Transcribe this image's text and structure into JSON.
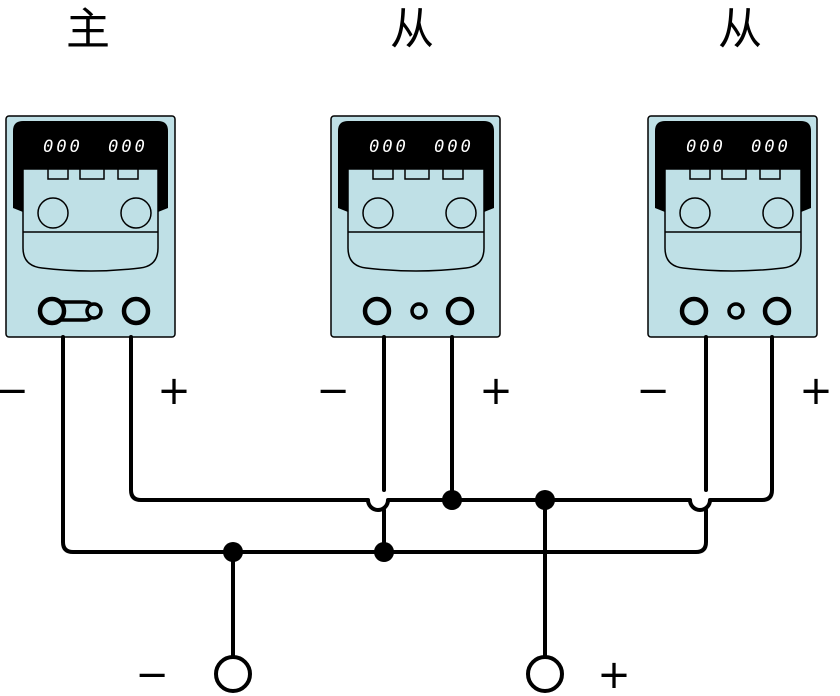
{
  "units": [
    {
      "title": "主",
      "display_left": "000",
      "display_right": "000",
      "minus_label": "−",
      "plus_label": "+",
      "type": "master"
    },
    {
      "title": "从",
      "display_left": "000",
      "display_right": "000",
      "minus_label": "−",
      "plus_label": "+",
      "type": "slave"
    },
    {
      "title": "从",
      "display_left": "000",
      "display_right": "000",
      "minus_label": "−",
      "plus_label": "+",
      "type": "slave"
    }
  ],
  "output": {
    "minus_label": "−",
    "plus_label": "+"
  },
  "colors": {
    "panel": "#bfe0e6",
    "display": "#000000",
    "wire": "#000000"
  }
}
